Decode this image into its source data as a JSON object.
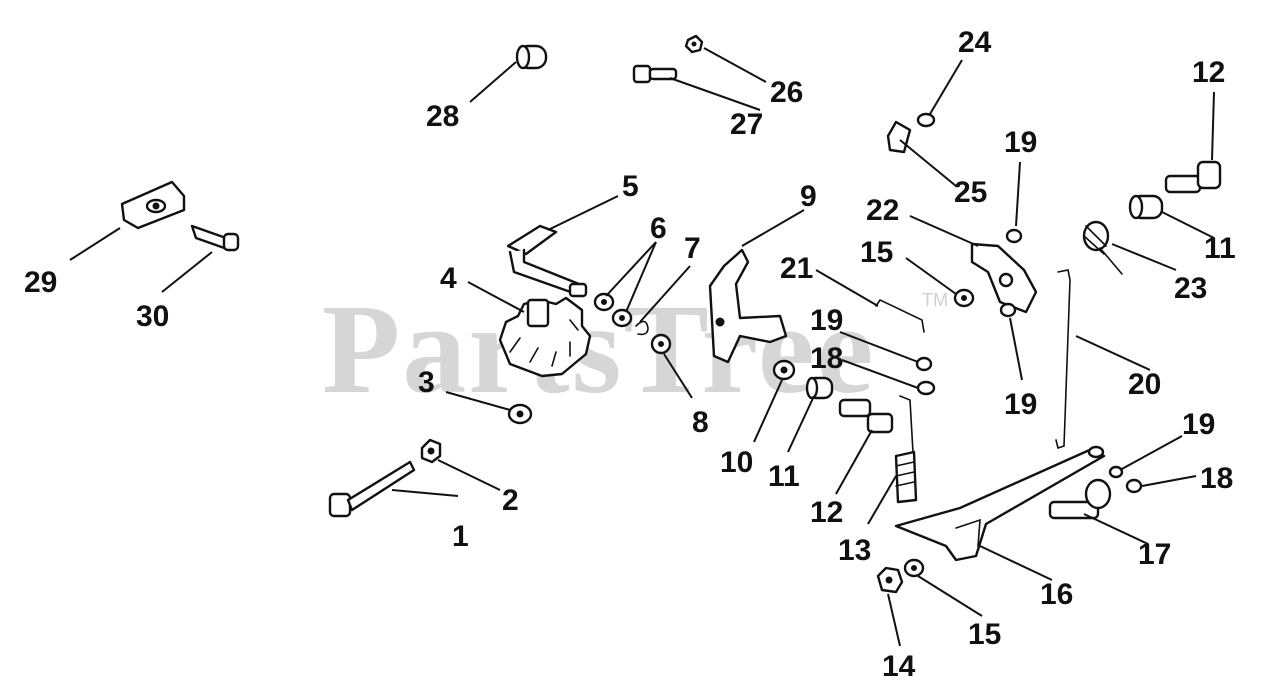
{
  "watermark": {
    "brand": "PartsTree",
    "trademark": "TM"
  },
  "callouts": [
    "1",
    "2",
    "3",
    "4",
    "5",
    "6",
    "7",
    "8",
    "9",
    "10",
    "11",
    "11",
    "12",
    "12",
    "13",
    "14",
    "15",
    "15",
    "16",
    "17",
    "18",
    "18",
    "19",
    "19",
    "19",
    "19",
    "20",
    "21",
    "22",
    "23",
    "24",
    "25",
    "26",
    "27",
    "28",
    "29",
    "30"
  ],
  "colors": {
    "ink": "#111111",
    "watermark": "#d6d6d6",
    "background": "#ffffff"
  }
}
